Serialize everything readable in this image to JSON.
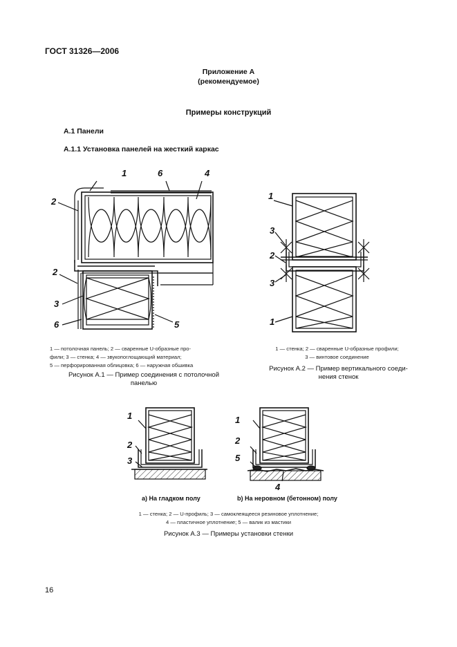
{
  "header": {
    "doc_id": "ГОСТ 31326—2006"
  },
  "appendix": {
    "title": "Приложение А",
    "subtitle": "(рекомендуемое)"
  },
  "section": {
    "title": "Примеры конструкций",
    "sub1": "А.1 Панели",
    "sub2": "А.1.1 Установка панелей на жесткий каркас"
  },
  "fig1": {
    "callouts": [
      "1",
      "6",
      "4",
      "2",
      "2",
      "3",
      "6",
      "5"
    ],
    "legend_line1": "1 — потолочная панель; 2 — сваренные U-образные про-",
    "legend_line2": "фили; 3 — стенка; 4 — звукопоглощающий материал;",
    "legend_line3": "5 — перфорированная облицовка; 6 — наружная обшивка",
    "caption_line1": "Рисунок А.1 — Пример соединения с потолочной",
    "caption_line2": "панелью"
  },
  "fig2": {
    "callouts": [
      "1",
      "3",
      "2",
      "3",
      "1"
    ],
    "legend_line1": "1 — стенка; 2 — сваренные U-образные профили;",
    "legend_line2": "3 — винтовое соединение",
    "caption_line1": "Рисунок А.2 — Пример вертикального соеди-",
    "caption_line2": "нения стенок"
  },
  "fig3": {
    "callouts_a": [
      "1",
      "2",
      "3"
    ],
    "callouts_b": [
      "1",
      "2",
      "5",
      "4"
    ],
    "label_a": "а) На гладком полу",
    "label_b": "b) На неровном (бетонном) полу",
    "legend_line1": "1 — стенка; 2 — U-профиль; 3 — самоклеящееся резиновое уплотнение;",
    "legend_line2": "4 — пластичное уплотнение; 5 — валик из мастики",
    "caption": "Рисунок А.3 — Примеры установки стенки"
  },
  "footer": {
    "page_number": "16"
  }
}
